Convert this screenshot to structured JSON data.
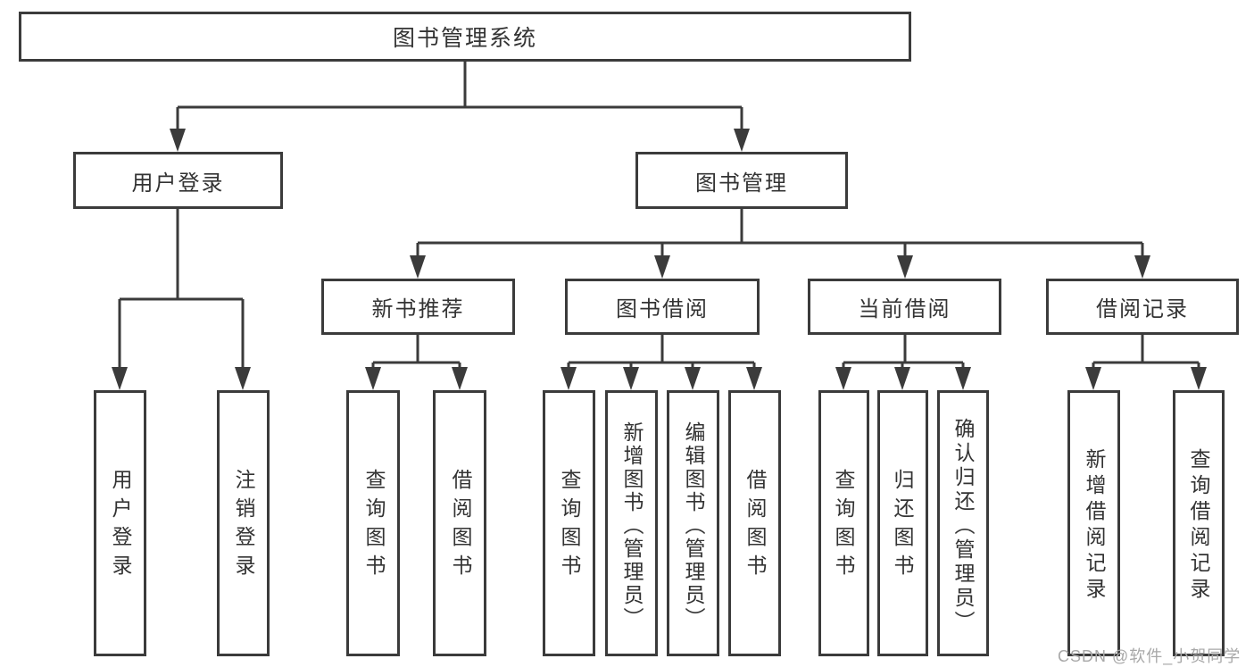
{
  "title": "图书管理系统",
  "watermark": "CSDN @软件_小贺同学",
  "colors": {
    "line": "#3b3b3b",
    "box_border": "#3b3b3b",
    "text": "#333333",
    "watermark": "#a8a8a8",
    "background": "#ffffff"
  },
  "root": {
    "label": "图书管理系统",
    "children": [
      {
        "label": "用户登录",
        "children": [
          {
            "label": "用户登录"
          },
          {
            "label": "注销登录"
          }
        ]
      },
      {
        "label": "图书管理",
        "children": [
          {
            "label": "新书推荐",
            "children": [
              {
                "label": "查询图书"
              },
              {
                "label": "借阅图书"
              }
            ]
          },
          {
            "label": "图书借阅",
            "children": [
              {
                "label": "查询图书"
              },
              {
                "label": "新增图书（管理员）"
              },
              {
                "label": "编辑图书（管理员）"
              },
              {
                "label": "借阅图书"
              }
            ]
          },
          {
            "label": "当前借阅",
            "children": [
              {
                "label": "查询图书"
              },
              {
                "label": "归还图书"
              },
              {
                "label": "确认归还（管理员）"
              }
            ]
          },
          {
            "label": "借阅记录",
            "children": [
              {
                "label": "新增借阅记录"
              },
              {
                "label": "查询借阅记录"
              }
            ]
          }
        ]
      }
    ]
  }
}
